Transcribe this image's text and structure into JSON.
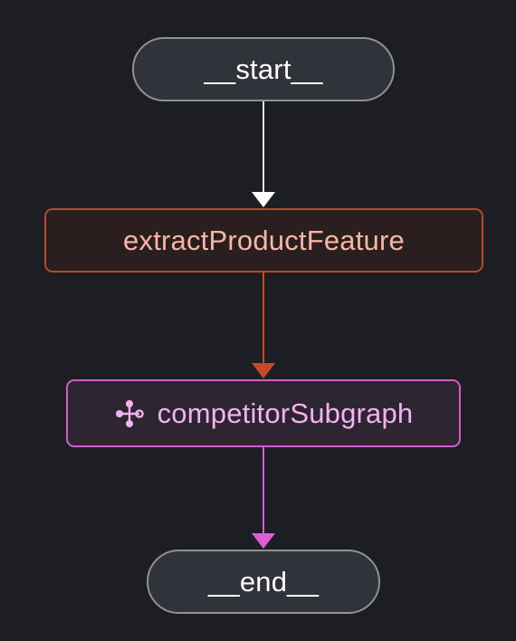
{
  "graph": {
    "nodes": {
      "start": {
        "label": "__start__"
      },
      "extract": {
        "label": "extractProductFeature"
      },
      "subgraph": {
        "label": "competitorSubgraph",
        "icon": "subgraph-icon"
      },
      "end": {
        "label": "__end__"
      }
    },
    "edges": [
      {
        "from": "__start__",
        "to": "extractProductFeature",
        "color": "#e6e6e6"
      },
      {
        "from": "extractProductFeature",
        "to": "competitorSubgraph",
        "color": "#c44a2b"
      },
      {
        "from": "competitorSubgraph",
        "to": "__end__",
        "color": "#e25bd6"
      }
    ]
  },
  "colors": {
    "background": "#1c1e24",
    "start_end_fill": "#30333a",
    "start_end_border": "#8e9196",
    "extract_border": "#b24a2e",
    "extract_text": "#f6b6a3",
    "subgraph_border": "#d55bcc",
    "subgraph_text": "#f4b2ee"
  }
}
